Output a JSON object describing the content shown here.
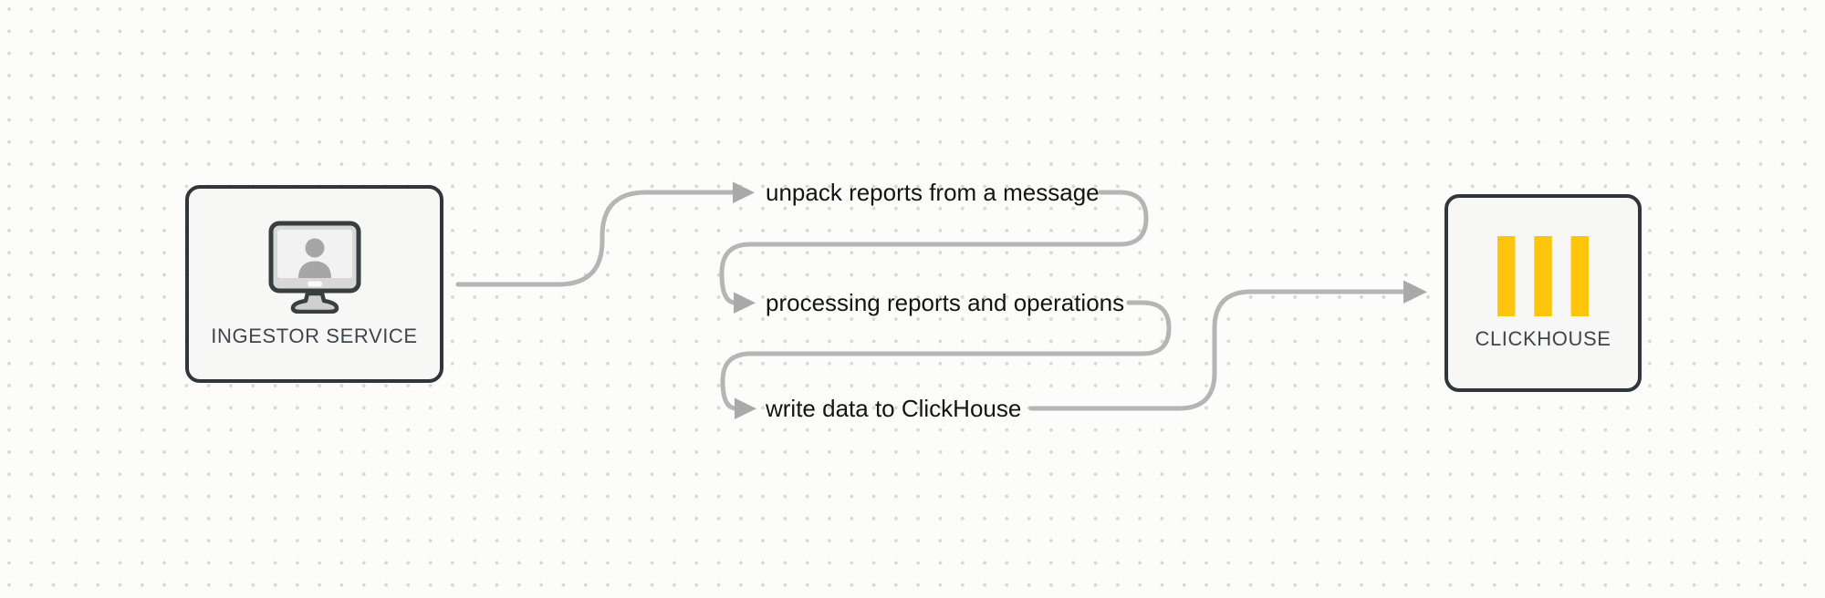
{
  "diagram": {
    "nodes": {
      "ingestor": {
        "label": "INGESTOR SERVICE",
        "icon": "monitor-user-icon"
      },
      "clickhouse": {
        "label": "CLICKHOUSE",
        "icon": "clickhouse-logo-icon"
      }
    },
    "steps": [
      {
        "label": "unpack reports from a message"
      },
      {
        "label": "processing reports and operations"
      },
      {
        "label": "write data to ClickHouse"
      }
    ],
    "colors": {
      "background": "#fcfcfb",
      "grid_dot": "#d7d7d5",
      "node_border": "#303639",
      "node_fill": "#f7f8f6",
      "connector_line": "#b5b5b5",
      "arrowhead": "#a9a9a9",
      "step_text": "#141414",
      "node_label_text": "#3f464b",
      "clickhouse_yellow": "#fdc60d",
      "monitor_frame": "#d8d8d8",
      "monitor_screen": "#f2f2f2",
      "user_silhouette": "#a6a6a6"
    }
  }
}
